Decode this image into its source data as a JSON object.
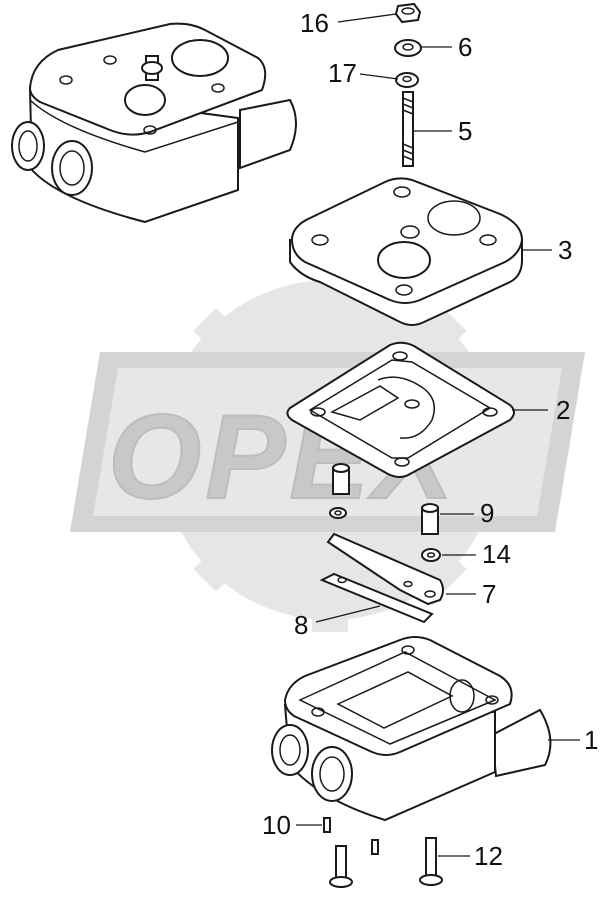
{
  "watermark": {
    "text": "OPEX",
    "color": "#d9d9d9"
  },
  "callouts": [
    {
      "id": "16",
      "label": "16"
    },
    {
      "id": "6",
      "label": "6"
    },
    {
      "id": "17",
      "label": "17"
    },
    {
      "id": "5",
      "label": "5"
    },
    {
      "id": "3",
      "label": "3"
    },
    {
      "id": "2",
      "label": "2"
    },
    {
      "id": "9",
      "label": "9"
    },
    {
      "id": "14",
      "label": "14"
    },
    {
      "id": "7",
      "label": "7"
    },
    {
      "id": "8",
      "label": "8"
    },
    {
      "id": "1",
      "label": "1"
    },
    {
      "id": "10",
      "label": "10"
    },
    {
      "id": "12",
      "label": "12"
    }
  ]
}
